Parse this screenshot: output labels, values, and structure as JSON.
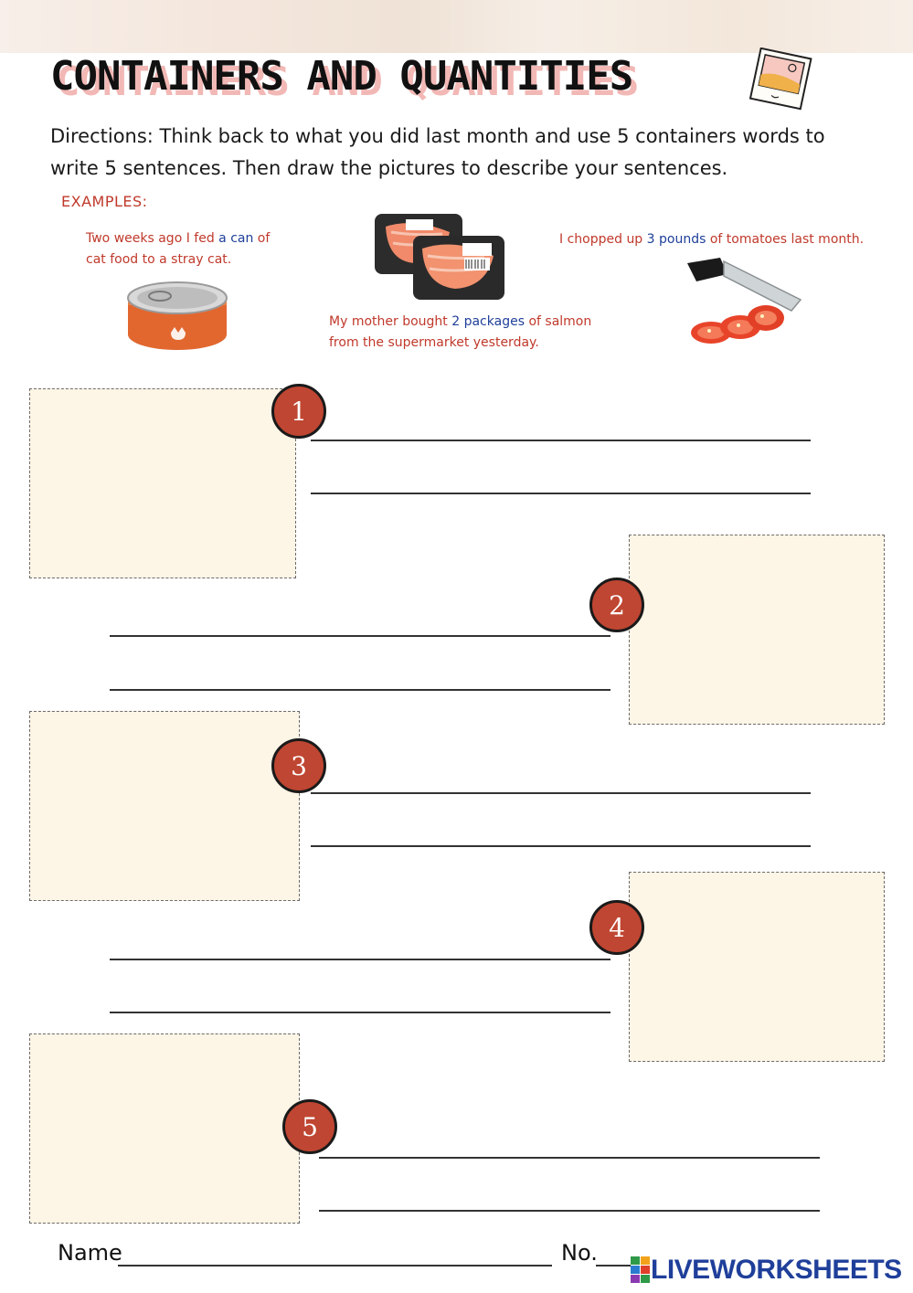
{
  "title": "CONTAINERS AND QUANTITIES",
  "directions": "Directions: Think back to what you did last month and use 5 containers words to write 5 sentences. Then draw the pictures to describe your sentences.",
  "examples_label": "EXAMPLES:",
  "examples": [
    {
      "parts": [
        "Two weeks ago I fed ",
        "a can",
        " of",
        "cat food to a stray cat."
      ],
      "image": "cat-food-can-image"
    },
    {
      "parts": [
        "My mother bought ",
        "2 packages",
        " of salmon",
        "from the supermarket yesterday."
      ],
      "image": "salmon-packages-image"
    },
    {
      "parts": [
        "I chopped up ",
        "3 pounds",
        " of tomatoes last month."
      ],
      "image": "knife-tomato-image"
    }
  ],
  "exercises": [
    {
      "number": "1"
    },
    {
      "number": "2"
    },
    {
      "number": "3"
    },
    {
      "number": "4"
    },
    {
      "number": "5"
    }
  ],
  "footer": {
    "name_label": "Name",
    "no_label": "No.",
    "logo_text": "LIVEWORKSHEETS"
  },
  "colors": {
    "badge": "#bf4632",
    "box_fill": "#fdf5e6",
    "example_text": "#c0392b",
    "highlight": "#1f3f9a"
  }
}
